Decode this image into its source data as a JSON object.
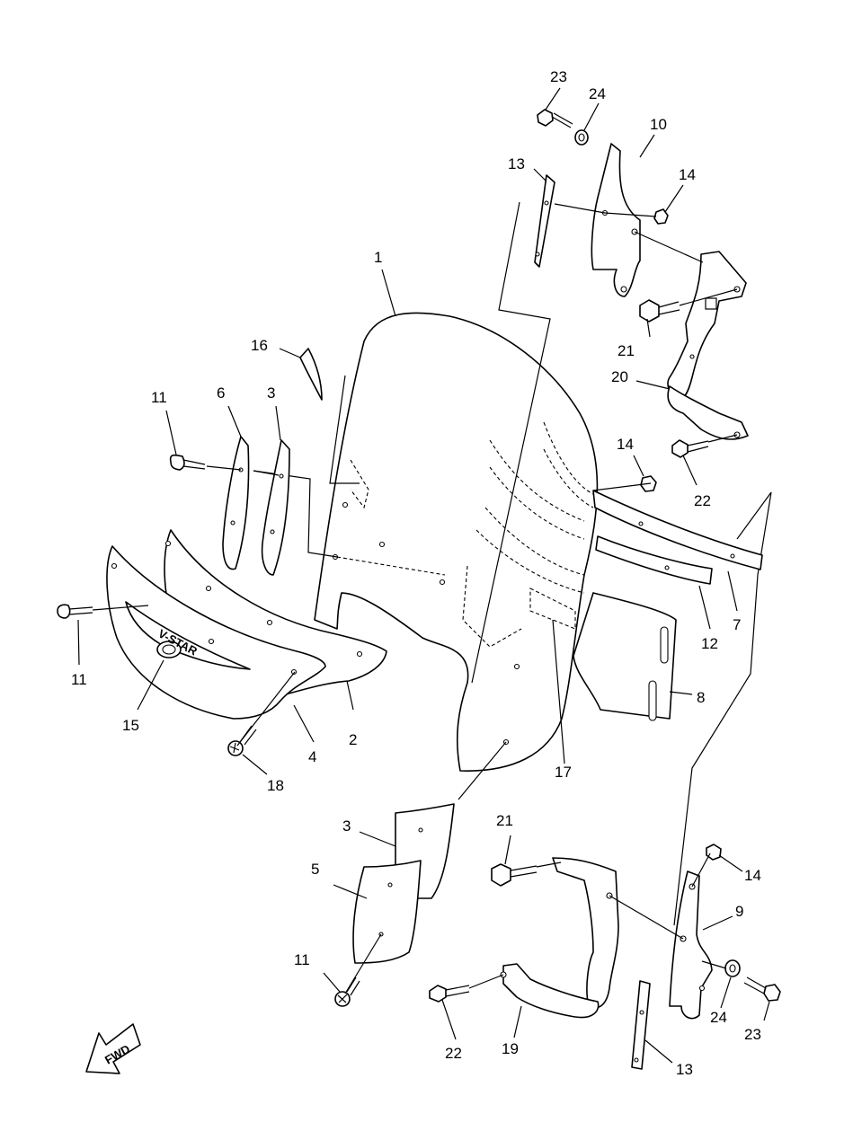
{
  "diagram": {
    "type": "exploded-parts-diagram",
    "fwd_label": "FWD",
    "emblem_text": "V-STAR",
    "callouts": [
      "1",
      "2",
      "3",
      "3",
      "4",
      "5",
      "6",
      "7",
      "8",
      "9",
      "10",
      "11",
      "11",
      "11",
      "12",
      "13",
      "13",
      "14",
      "14",
      "14",
      "15",
      "16",
      "17",
      "18",
      "19",
      "20",
      "21",
      "21",
      "22",
      "22",
      "23",
      "23",
      "24",
      "24"
    ]
  }
}
